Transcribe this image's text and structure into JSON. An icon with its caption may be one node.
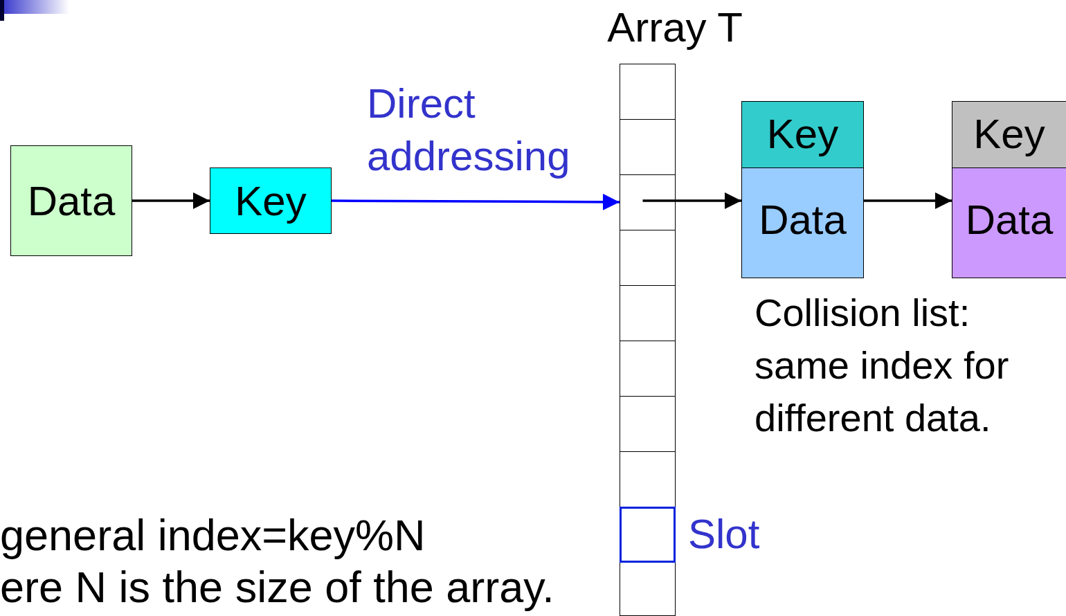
{
  "diagram": {
    "nodes": [
      {
        "text": [
          "Data"
        ]
      },
      {
        "text": [
          "Key"
        ]
      },
      {
        "text": [
          "Array T"
        ]
      },
      {
        "text": [],
        "shape": "box",
        "in": 2
      },
      {
        "text": [],
        "shape": "box",
        "in": 2
      },
      {
        "text": [],
        "shape": "box",
        "in": 2
      },
      {
        "text": [],
        "shape": "box",
        "in": 2
      },
      {
        "text": [],
        "shape": "box",
        "in": 2
      },
      {
        "text": [],
        "shape": "box",
        "in": 2
      },
      {
        "text": [],
        "shape": "box",
        "in": 2
      },
      {
        "text": [],
        "shape": "box",
        "in": 2
      },
      {
        "text": [],
        "shape": "box",
        "in": 2,
        "beside": [
          "Slot"
        ]
      },
      {
        "text": [],
        "shape": "box",
        "in": 2
      },
      {
        "text": [
          "Key",
          "Data"
        ]
      },
      {
        "text": [
          "Key",
          "Data"
        ]
      }
    ],
    "edges": [
      {
        "from": 0,
        "to": 1,
        "arrow": "to"
      },
      {
        "from": 1,
        "to": 5,
        "arrow": "to",
        "label": "Direct addressing",
        "color": "#0000ff"
      },
      {
        "from": 5,
        "to": 13,
        "arrow": "to"
      },
      {
        "from": 13,
        "to": 14,
        "arrow": "to"
      }
    ],
    "labels": [
      "Collision list: same index for different data.",
      "general index=key%N",
      "ere N is the size of the array."
    ]
  }
}
